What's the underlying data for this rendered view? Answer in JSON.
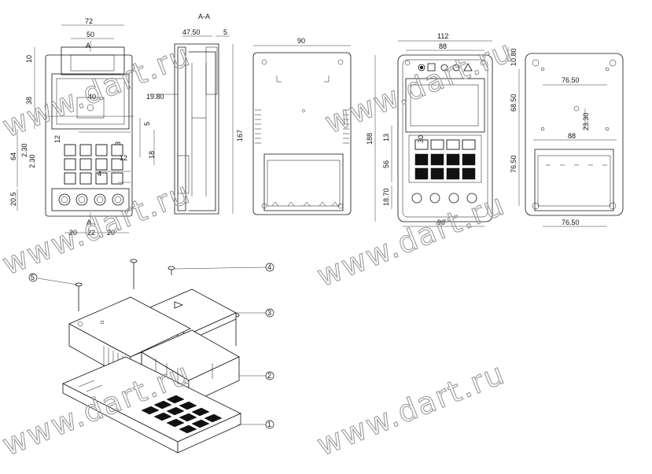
{
  "drawing": {
    "section_label": "A-A",
    "section_marker": "A",
    "watermark": "www.dart.ru",
    "front_view": {
      "dims": [
        "72",
        "50",
        "10",
        "38",
        "5",
        "12",
        "3",
        "18",
        "64",
        "2.30",
        "2.30",
        "20.5",
        "4",
        "12",
        "20",
        "22",
        "20",
        "40"
      ]
    },
    "section_view": {
      "dims": [
        "47.50",
        "5",
        "19.80",
        "167"
      ]
    },
    "back_view": {
      "dims": [
        "90"
      ]
    },
    "top_view": {
      "dims": [
        "112",
        "88",
        "10.80",
        "188",
        "13",
        "56",
        "18.70",
        "90",
        "30"
      ]
    },
    "rear_view": {
      "dims": [
        "76.50",
        "68.50",
        "23.30",
        "88",
        "76.50",
        "76.50"
      ]
    },
    "callouts": [
      "1",
      "2",
      "3",
      "4",
      "5"
    ]
  }
}
